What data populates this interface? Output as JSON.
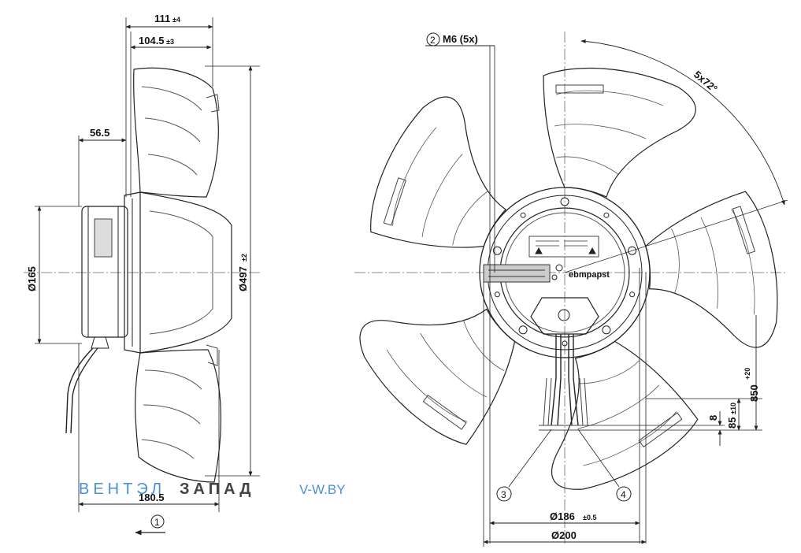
{
  "dims": {
    "w111": "111",
    "w111_tol": "±4",
    "w104": "104.5",
    "w104_tol": "±3",
    "w56": "56.5",
    "d165": "Ø165",
    "d497": "Ø497",
    "d497_tol": "±2",
    "w180": "180.5",
    "m6": "M6 (5x)",
    "angle": "5x72°",
    "d186": "Ø186",
    "d186_tol": "±0.5",
    "d200": "Ø200",
    "c850": "850",
    "c850_tol": "+20",
    "c85": "85",
    "c85_tol": "±10",
    "c8": "8"
  },
  "callouts": {
    "c1": "1",
    "c2": "2",
    "c3": "3",
    "c4": "4"
  },
  "logo": "ebmpapst",
  "watermark": {
    "part_a": "ВЕНТЭЛ",
    "part_b": "ЗАПАД",
    "site": "V-W.BY"
  },
  "colors": {
    "line": "#222222",
    "thin": "#555555",
    "brand_blue": "#4a90d9"
  }
}
